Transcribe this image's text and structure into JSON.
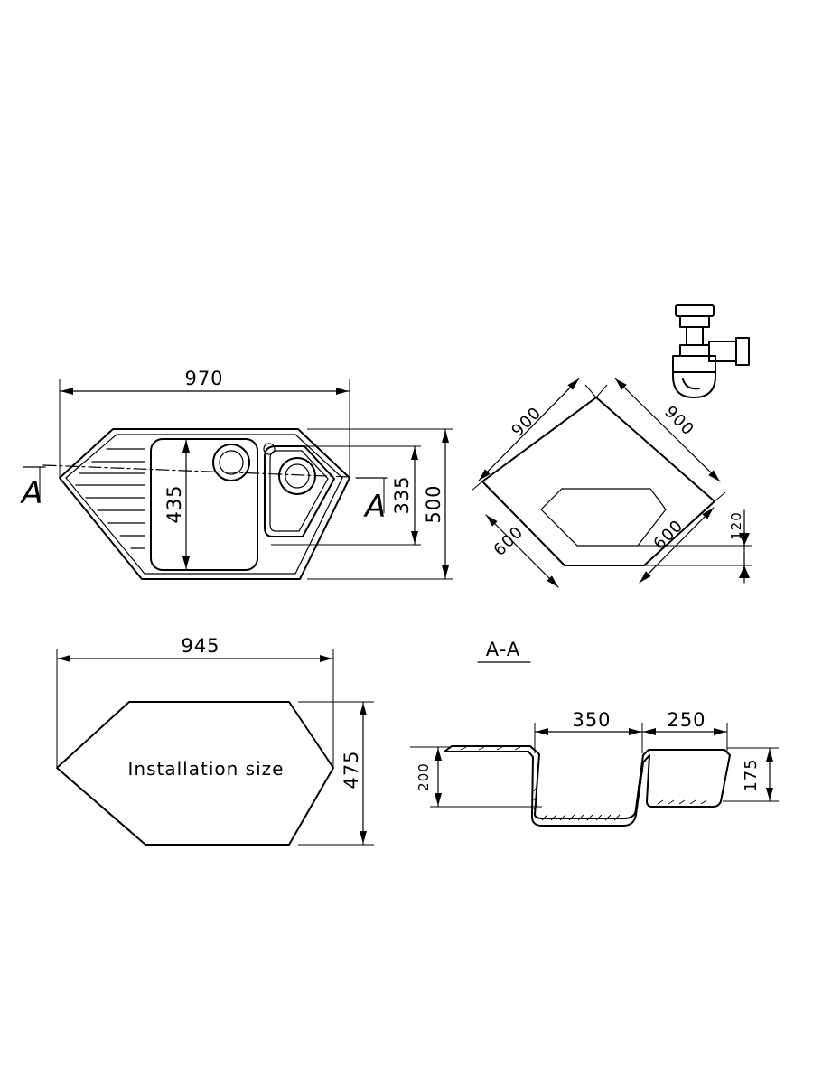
{
  "top_view": {
    "width_label": "970",
    "bowl_depth_label": "435",
    "small_bowl_label": "335",
    "height_label": "500",
    "section_mark_left": "A",
    "section_mark_right": "A"
  },
  "corner_view": {
    "wall_left_label": "900",
    "wall_right_label": "900",
    "depth_left_label": "600",
    "depth_right_label": "600",
    "gap_label": "120"
  },
  "cutout_view": {
    "width_label": "945",
    "height_label": "475",
    "caption": "Installation size"
  },
  "section_view": {
    "title": "A-A",
    "bowl_large_label": "350",
    "bowl_small_label": "250",
    "depth_large_label": "200",
    "depth_small_label": "175"
  },
  "icons": [
    "siphon-icon"
  ]
}
